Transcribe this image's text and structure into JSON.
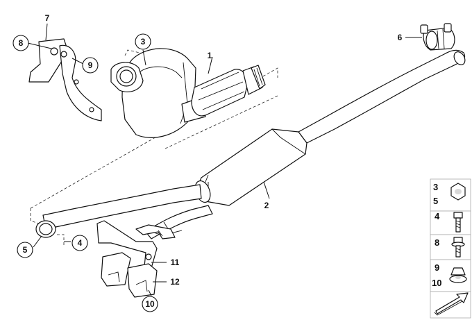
{
  "diagram": {
    "callouts": {
      "c1": "1",
      "c2": "2",
      "c3": "3",
      "c4": "4",
      "c5": "5",
      "c6": "6",
      "c7": "7",
      "c8": "8",
      "c9": "9",
      "c10": "10",
      "c11": "11",
      "c12": "12"
    },
    "legend": [
      {
        "labels": [
          "3",
          "5"
        ],
        "icon": "nut-icon"
      },
      {
        "labels": [
          "4"
        ],
        "icon": "bolt-icon"
      },
      {
        "labels": [
          "8"
        ],
        "icon": "collar-bolt-icon"
      },
      {
        "labels": [
          "9",
          "10"
        ],
        "icon": "flange-nut-icon"
      },
      {
        "labels": [],
        "icon": "arrow-icon"
      }
    ]
  }
}
